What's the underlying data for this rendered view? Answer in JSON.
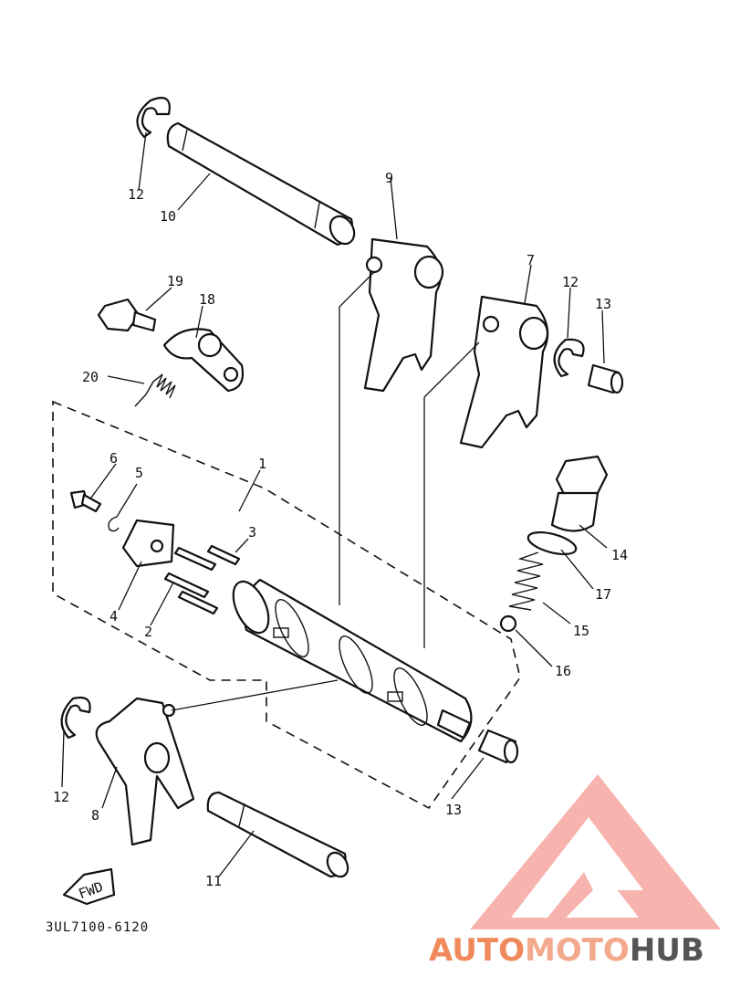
{
  "diagram": {
    "callouts": {
      "c1": "1",
      "c2": "2",
      "c3": "3",
      "c4": "4",
      "c5": "5",
      "c6": "6",
      "c7": "7",
      "c8": "8",
      "c9": "9",
      "c10": "10",
      "c11": "11",
      "c12a": "12",
      "c12b": "12",
      "c12c": "12",
      "c13a": "13",
      "c13b": "13",
      "c14": "14",
      "c15": "15",
      "c16": "16",
      "c17": "17",
      "c18": "18",
      "c19": "19",
      "c20": "20"
    },
    "fwd_label": "FWD",
    "diagram_code": "3UL7100-6120"
  },
  "watermark": {
    "auto": "AUTO",
    "moto": "MOTO",
    "hub": "HUB",
    "color_primary": "#f08a5d",
    "color_logo": "#f6a7a0",
    "color_hub": "#555555"
  }
}
